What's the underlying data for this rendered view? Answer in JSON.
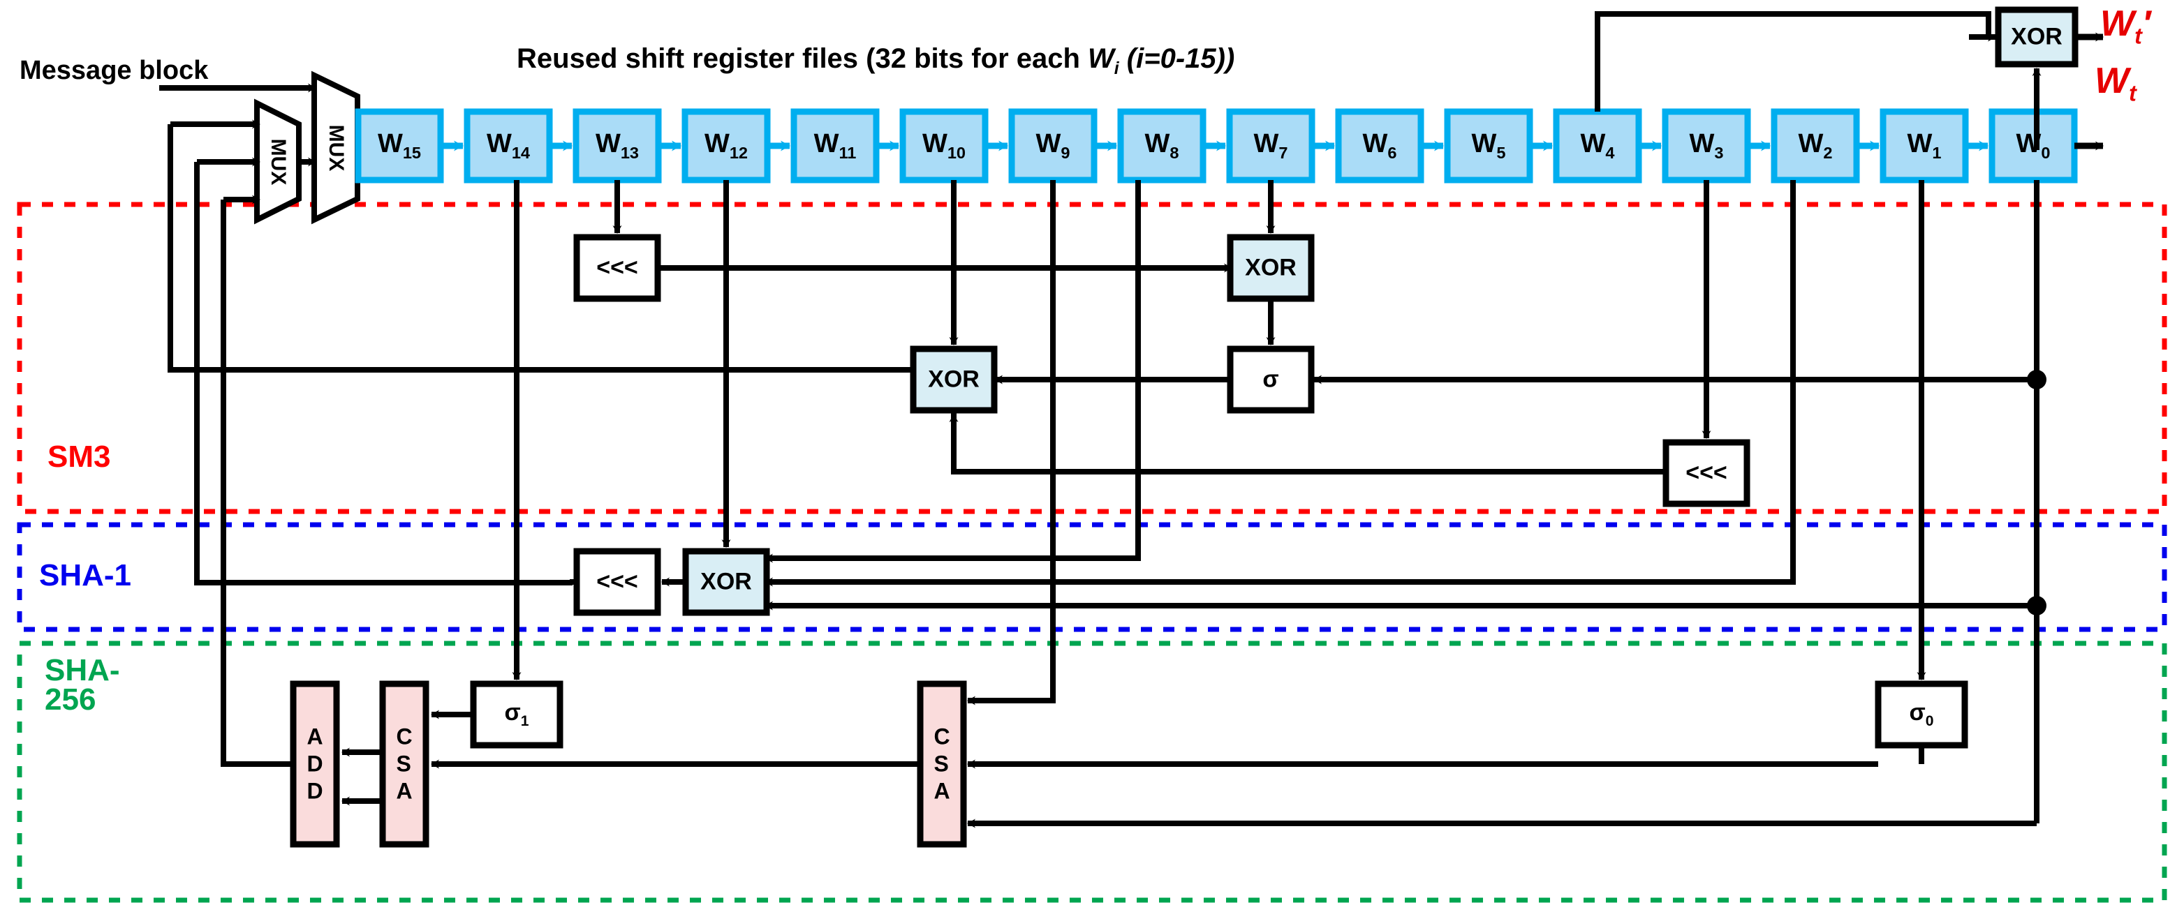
{
  "diagram": {
    "title": "Reused shift register files (32 bits for each Wi (i=0-15))",
    "title_parts": {
      "lead": "Reused shift register files (32 bits for each ",
      "w": "W",
      "w_sub": "i",
      "tail": " (i=0-15))"
    },
    "input_label": "Message block",
    "outputs": {
      "wt": "W",
      "wt_sub": "t",
      "wt_prime": "W",
      "wt_prime_sub": "t",
      "wt_prime_mark": "′"
    }
  },
  "colors": {
    "register_fill": "#aadcf7",
    "register_stroke": "#00aeef",
    "xor_fill": "#d9eef5",
    "xor_stroke": "#000000",
    "plain_fill": "#ffffff",
    "plain_stroke": "#000000",
    "csa_fill": "#fadcdc",
    "csa_stroke": "#000000",
    "wire": "#000000",
    "sm3_border": "#ff0000",
    "sha1_border": "#0000ee",
    "sha256_border": "#00a550",
    "output_text": "#e60000"
  },
  "muxes": [
    {
      "name": "mux-a",
      "label": "MUX",
      "inputs": 3
    },
    {
      "name": "mux-b",
      "label": "MUX",
      "inputs": 2
    }
  ],
  "registers": [
    {
      "label": "W",
      "sub": "15"
    },
    {
      "label": "W",
      "sub": "14"
    },
    {
      "label": "W",
      "sub": "13"
    },
    {
      "label": "W",
      "sub": "12"
    },
    {
      "label": "W",
      "sub": "11"
    },
    {
      "label": "W",
      "sub": "10"
    },
    {
      "label": "W",
      "sub": "9"
    },
    {
      "label": "W",
      "sub": "8"
    },
    {
      "label": "W",
      "sub": "7"
    },
    {
      "label": "W",
      "sub": "6"
    },
    {
      "label": "W",
      "sub": "5"
    },
    {
      "label": "W",
      "sub": "4"
    },
    {
      "label": "W",
      "sub": "3"
    },
    {
      "label": "W",
      "sub": "2"
    },
    {
      "label": "W",
      "sub": "1"
    },
    {
      "label": "W",
      "sub": "0"
    }
  ],
  "blocks": {
    "xor_top_right": "XOR",
    "sm3_rot_left": "<<<",
    "sm3_xor_right": "XOR",
    "sm3_xor_mid": "XOR",
    "sm3_sigma": "σ",
    "sm3_rot_right": "<<<",
    "sha1_rot": "<<<",
    "sha1_xor": "XOR",
    "sha256_add": "ADD",
    "sha256_csa_left": "CSA",
    "sha256_csa_right": "CSA",
    "sha256_sigma1": "σ",
    "sha256_sigma1_sub": "1",
    "sha256_sigma0": "σ",
    "sha256_sigma0_sub": "0"
  },
  "regions": [
    {
      "name": "sm3",
      "label": "SM3",
      "color": "#ff0000"
    },
    {
      "name": "sha1",
      "label": "SHA-1",
      "color": "#0000ee"
    },
    {
      "name": "sha256",
      "label": "SHA-",
      "label2": "256",
      "color": "#00a550"
    }
  ]
}
